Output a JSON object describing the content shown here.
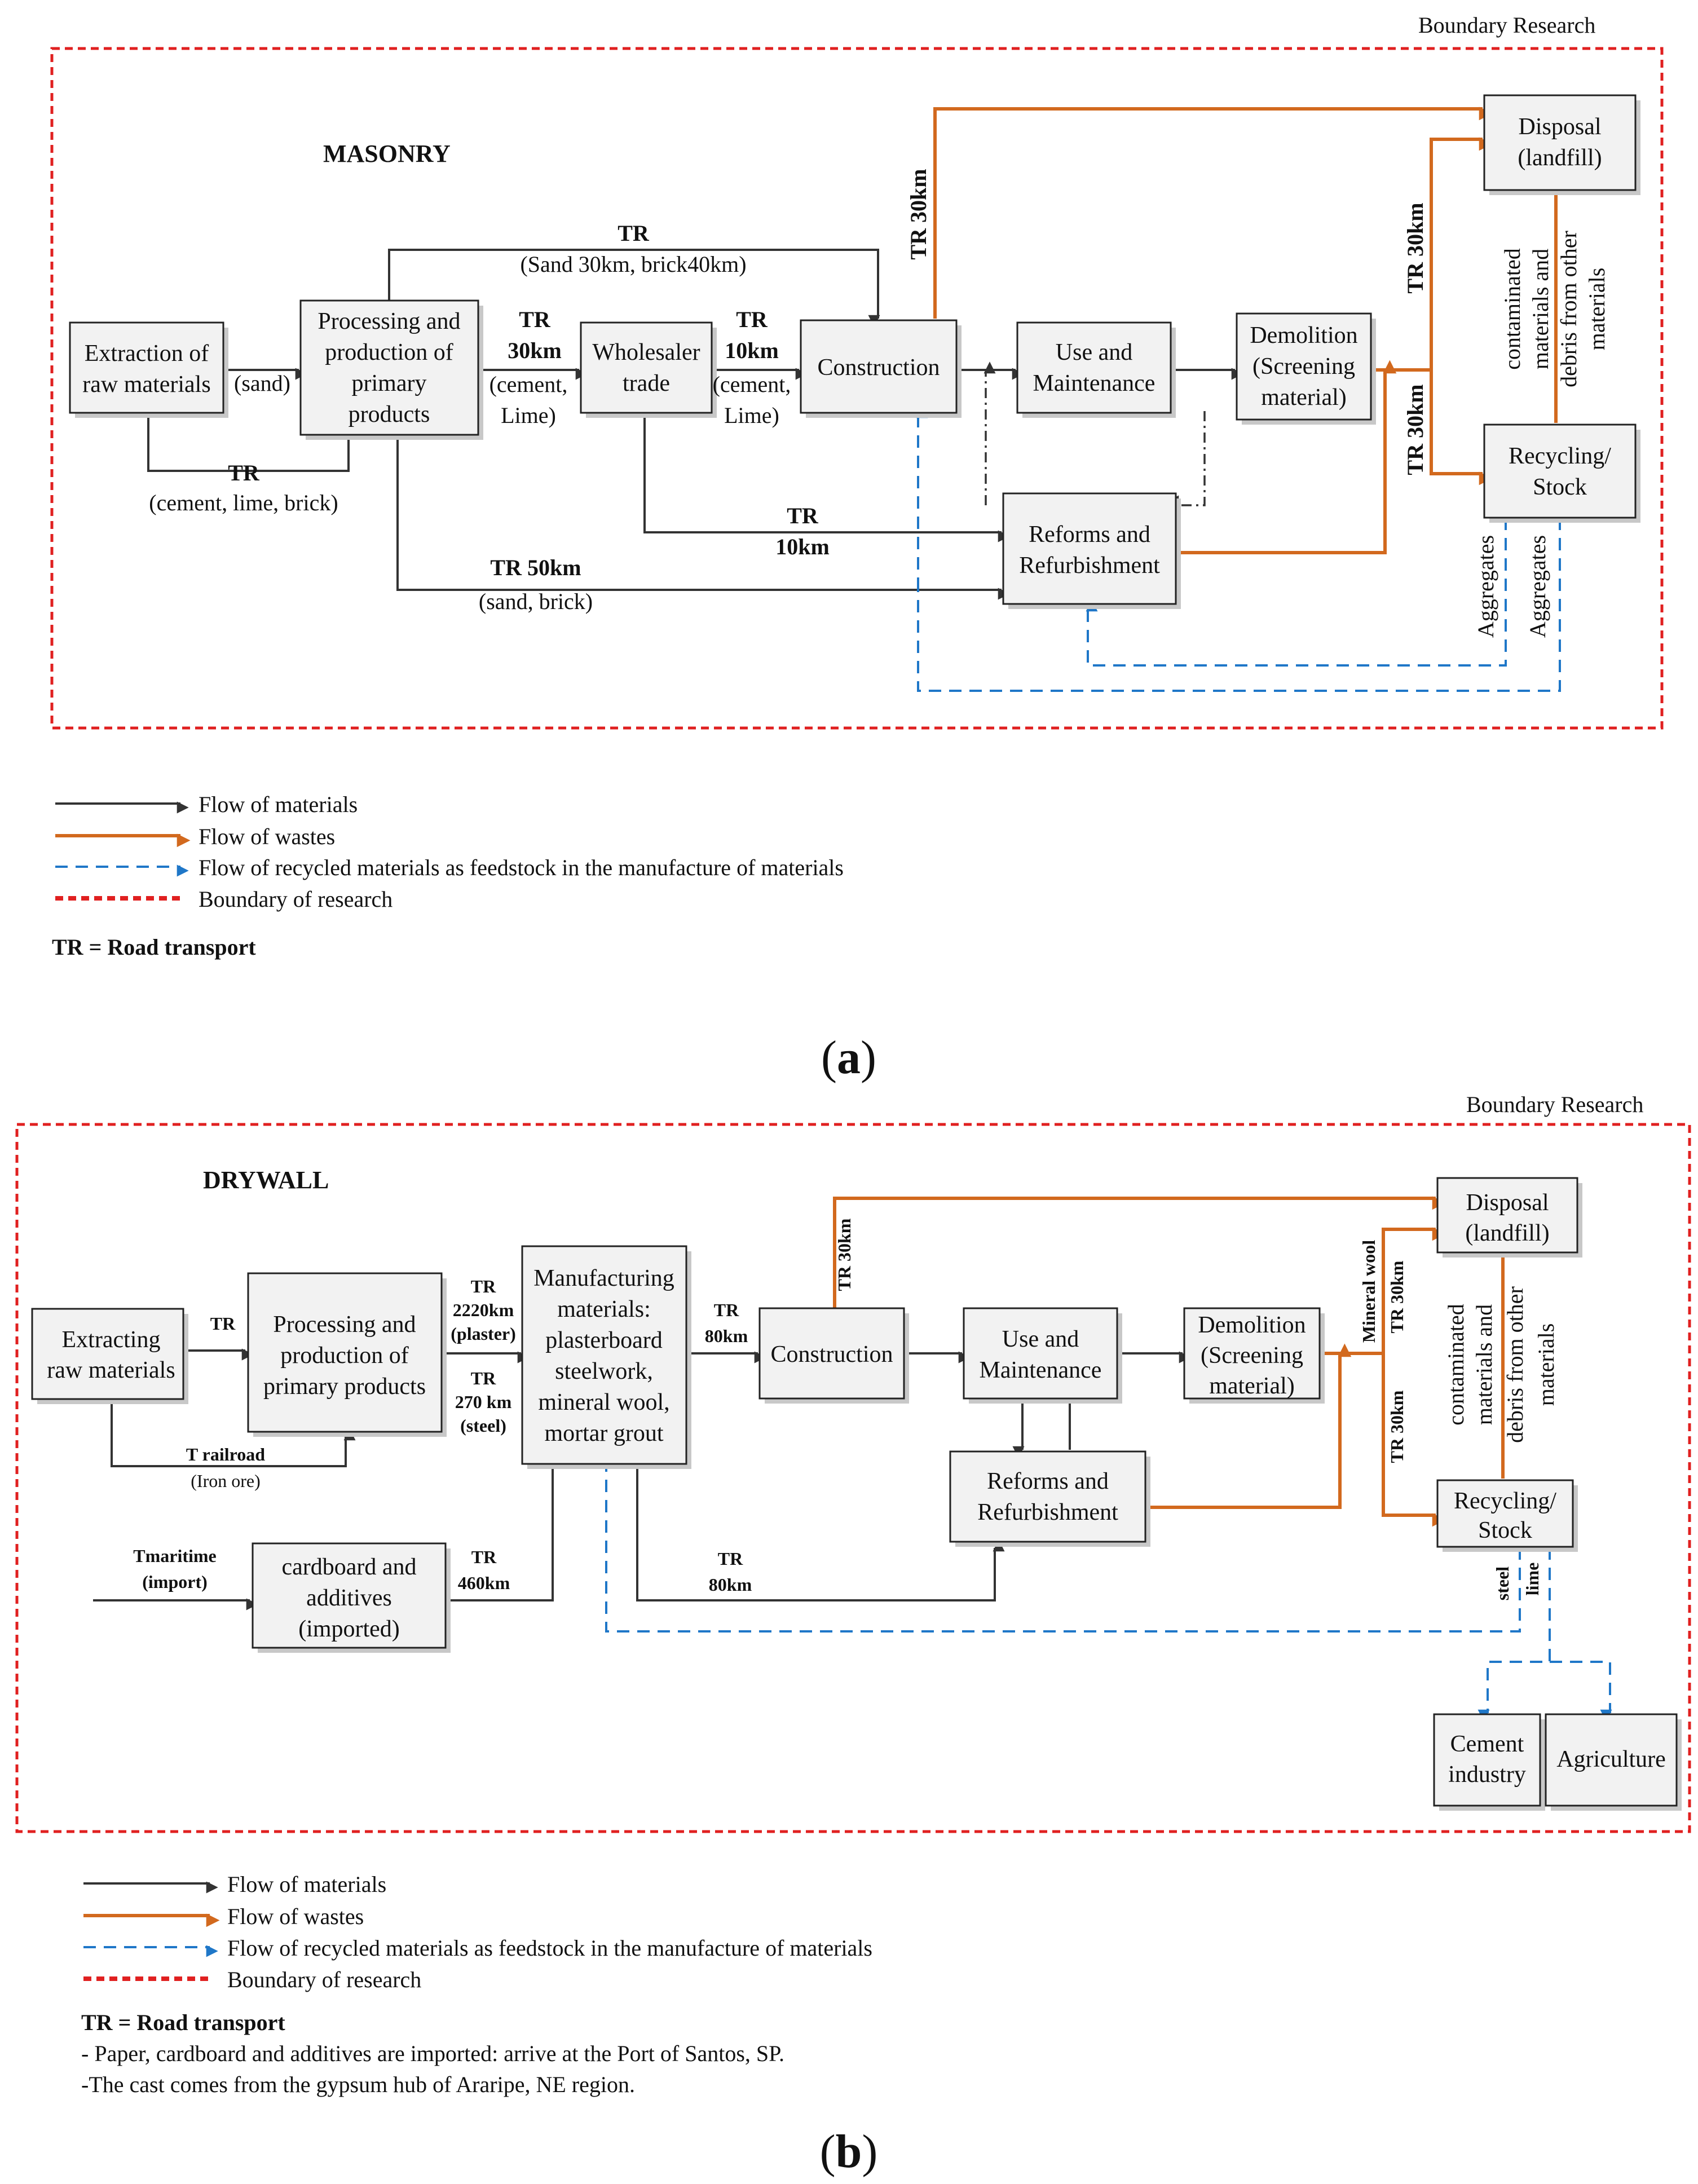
{
  "panel_a": {
    "boundary_label": "Boundary Research",
    "title": "MASONRY",
    "boxes": {
      "extraction": [
        "Extraction of",
        "raw materials"
      ],
      "processing": [
        "Processing and",
        "production of",
        "primary",
        "products"
      ],
      "wholesaler": [
        "Wholesaler",
        "trade"
      ],
      "construction": [
        "Construction"
      ],
      "use": [
        "Use and",
        "Maintenance"
      ],
      "demolition": [
        "Demolition",
        "(Screening",
        "material)"
      ],
      "disposal": [
        "Disposal",
        "(landfill)"
      ],
      "recycling": [
        "Recycling/",
        "Stock"
      ],
      "reforms": [
        "Reforms and",
        "Refurbishment"
      ]
    },
    "labels": {
      "sand": "(sand)",
      "tr_top": "TR",
      "tr_top_detail": "(Sand 30km, brick40km)",
      "tr_30": [
        "TR",
        "30km"
      ],
      "cement_lime_1": [
        "(cement,",
        "Lime)"
      ],
      "tr_10": [
        "TR",
        "10km"
      ],
      "cement_lime_2": [
        "(cement,",
        "Lime)"
      ],
      "tr_bottom": "TR",
      "tr_bottom_detail": "(cement, lime, brick)",
      "tr_10b": [
        "TR",
        "10km"
      ],
      "tr_50": "TR 50km",
      "tr_50_detail": "(sand, brick)",
      "tr_30_vert_1": "TR 30km",
      "tr_30_vert_2": "TR 30km",
      "tr_30_vert_3": "TR 30km",
      "contaminated": [
        "contaminated",
        "materials and",
        "debris from other",
        "materials"
      ],
      "aggregates_1": "Aggregates",
      "aggregates_2": "Aggregates"
    },
    "legend": {
      "materials": "Flow of materials",
      "wastes": "Flow of wastes",
      "recycled": "Flow of recycled materials as feedstock in the manufacture of materials",
      "boundary": "Boundary of research",
      "tr_note": "TR = Road transport"
    },
    "panel_label": "(a)",
    "panel_letter": "a"
  },
  "panel_b": {
    "boundary_label": "Boundary Research",
    "title": "DRYWALL",
    "boxes": {
      "extracting": [
        "Extracting",
        "raw materials"
      ],
      "processing": [
        "Processing and",
        "production of",
        "primary products"
      ],
      "manufacturing": [
        "Manufacturing",
        "materials:",
        "plasterboard",
        "steelwork,",
        "mineral wool,",
        "mortar grout"
      ],
      "construction": [
        "Construction"
      ],
      "use": [
        "Use and",
        "Maintenance"
      ],
      "demolition": [
        "Demolition",
        "(Screening",
        "material)"
      ],
      "disposal": [
        "Disposal",
        "(landfill)"
      ],
      "recycling": [
        "Recycling/",
        "Stock"
      ],
      "reforms": [
        "Reforms and",
        "Refurbishment"
      ],
      "cardboard": [
        "cardboard and",
        "additives",
        "(imported)"
      ],
      "cement": [
        "Cement",
        "industry"
      ],
      "agriculture": [
        "Agriculture"
      ]
    },
    "labels": {
      "tr_1": "TR",
      "tr_2220": [
        "TR",
        "2220km",
        "(plaster)"
      ],
      "tr_270": [
        "TR",
        "270 km",
        "(steel)"
      ],
      "tr_80a": [
        "TR",
        "80km"
      ],
      "t_railroad": "T railroad",
      "iron_ore": "(Iron ore)",
      "tmaritime": [
        "Tmaritime",
        "(import)"
      ],
      "tr_460": [
        "TR",
        "460km"
      ],
      "tr_80b": [
        "TR",
        "80km"
      ],
      "tr_30_vert_1": "TR 30km",
      "mineral_wool": "Mineral wool",
      "tr_30_vert_2": "TR 30km",
      "tr_30_vert_3": "TR 30km",
      "contaminated": [
        "contaminated",
        "materials and",
        "debris from other",
        "materials"
      ],
      "steel": "steel",
      "lime": "lime"
    },
    "legend": {
      "materials": "Flow of materials",
      "wastes": "Flow of wastes",
      "recycled": "Flow of recycled materials as feedstock in the manufacture of materials",
      "boundary": "Boundary of research",
      "tr_note": "TR = Road transport",
      "note_1": "- Paper, cardboard and additives are imported: arrive at the Port of Santos, SP.",
      "note_2": "-The cast comes from the gypsum hub of Araripe, NE region."
    },
    "panel_label": "(b)",
    "panel_letter": "b"
  },
  "colors": {
    "materials": "#333333",
    "wastes": "#d2691e",
    "recycled": "#1f77c8",
    "boundary": "#e02020",
    "box_fill": "#f2f2f2"
  }
}
